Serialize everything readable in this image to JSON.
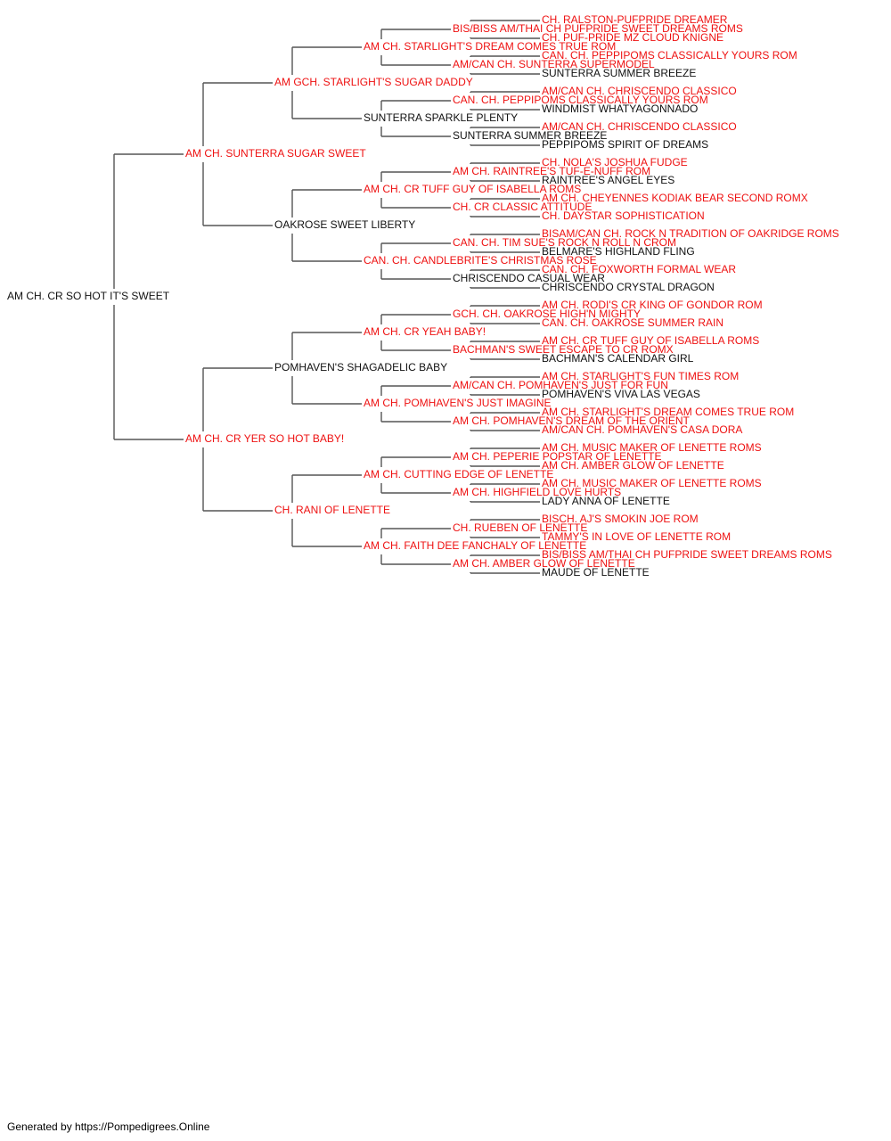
{
  "colors": {
    "champion": "#ee1111",
    "regular": "#111111",
    "connector": "#555555"
  },
  "pedigree": {
    "name": "AM CH. CR SO HOT IT'S SWEET",
    "champion": false,
    "sire": {
      "name": "AM CH. SUNTERRA SUGAR SWEET",
      "champion": true,
      "sire": {
        "name": "AM GCH. STARLIGHT'S SUGAR DADDY",
        "champion": true,
        "sire": {
          "name": "AM CH. STARLIGHT'S DREAM COMES TRUE ROM",
          "champion": true,
          "sire": {
            "name": "BIS/BISS AM/THAI CH PUFPRIDE SWEET DREAMS ROMS",
            "champion": true,
            "sire": {
              "name": "CH. RALSTON-PUFPRIDE DREAMER",
              "champion": true
            },
            "dam": {
              "name": "CH. PUF-PRIDE MZ CLOUD KNIGNE",
              "champion": true
            }
          },
          "dam": {
            "name": "AM/CAN CH. SUNTERRA SUPERMODEL",
            "champion": true,
            "sire": {
              "name": "CAN. CH. PEPPIPOMS CLASSICALLY YOURS ROM",
              "champion": true
            },
            "dam": {
              "name": "SUNTERRA SUMMER BREEZE",
              "champion": false
            }
          }
        },
        "dam": {
          "name": "SUNTERRA SPARKLE PLENTY",
          "champion": false,
          "sire": {
            "name": "CAN. CH. PEPPIPOMS CLASSICALLY YOURS ROM",
            "champion": true,
            "sire": {
              "name": "AM/CAN CH. CHRISCENDO CLASSICO",
              "champion": true
            },
            "dam": {
              "name": "WINDMIST WHATYAGONNADO",
              "champion": false
            }
          },
          "dam": {
            "name": "SUNTERRA SUMMER BREEZE",
            "champion": false,
            "sire": {
              "name": "AM/CAN CH. CHRISCENDO CLASSICO",
              "champion": true
            },
            "dam": {
              "name": "PEPPIPOMS SPIRIT OF DREAMS",
              "champion": false
            }
          }
        }
      },
      "dam": {
        "name": "OAKROSE SWEET LIBERTY",
        "champion": false,
        "sire": {
          "name": "AM CH. CR TUFF GUY OF ISABELLA ROMS",
          "champion": true,
          "sire": {
            "name": "AM CH. RAINTREE'S TUF-E-NUFF ROM",
            "champion": true,
            "sire": {
              "name": "CH. NOLA'S JOSHUA FUDGE",
              "champion": true
            },
            "dam": {
              "name": "RAINTREE'S ANGEL EYES",
              "champion": false
            }
          },
          "dam": {
            "name": "CH. CR CLASSIC ATTITUDE",
            "champion": true,
            "sire": {
              "name": "AM CH. CHEYENNES KODIAK BEAR SECOND ROMX",
              "champion": true
            },
            "dam": {
              "name": "CH. DAYSTAR SOPHISTICATION",
              "champion": true
            }
          }
        },
        "dam": {
          "name": "CAN. CH. CANDLEBRITE'S CHRISTMAS ROSE",
          "champion": true,
          "sire": {
            "name": "CAN. CH. TIM SUE'S ROCK N ROLL N CROM",
            "champion": true,
            "sire": {
              "name": "BISAM/CAN CH. ROCK N TRADITION OF OAKRIDGE ROMS",
              "champion": true
            },
            "dam": {
              "name": "BELMARE'S HIGHLAND FLING",
              "champion": false
            }
          },
          "dam": {
            "name": "CHRISCENDO CASUAL WEAR",
            "champion": false,
            "sire": {
              "name": "CAN. CH. FOXWORTH FORMAL WEAR",
              "champion": true
            },
            "dam": {
              "name": "CHRISCENDO CRYSTAL DRAGON",
              "champion": false
            }
          }
        }
      }
    },
    "dam": {
      "name": "AM CH. CR YER SO HOT BABY!",
      "champion": true,
      "sire": {
        "name": "POMHAVEN'S SHAGADELIC BABY",
        "champion": false,
        "sire": {
          "name": "AM CH. CR YEAH BABY!",
          "champion": true,
          "sire": {
            "name": "GCH. CH. OAKROSE HIGH'N MIGHTY",
            "champion": true,
            "sire": {
              "name": "AM CH. RODI'S CR KING OF GONDOR ROM",
              "champion": true
            },
            "dam": {
              "name": "CAN. CH. OAKROSE SUMMER RAIN",
              "champion": true
            }
          },
          "dam": {
            "name": "BACHMAN'S SWEET ESCAPE TO CR ROMX",
            "champion": true,
            "sire": {
              "name": "AM CH. CR TUFF GUY OF ISABELLA ROMS",
              "champion": true
            },
            "dam": {
              "name": "BACHMAN'S CALENDAR GIRL",
              "champion": false
            }
          }
        },
        "dam": {
          "name": "AM CH. POMHAVEN'S JUST IMAGINE",
          "champion": true,
          "sire": {
            "name": "AM/CAN CH. POMHAVEN'S JUST FOR FUN",
            "champion": true,
            "sire": {
              "name": "AM CH. STARLIGHT'S FUN TIMES ROM",
              "champion": true
            },
            "dam": {
              "name": "POMHAVEN'S VIVA LAS VEGAS",
              "champion": false
            }
          },
          "dam": {
            "name": "AM CH. POMHAVEN'S DREAM OF THE ORIENT",
            "champion": true,
            "sire": {
              "name": "AM CH. STARLIGHT'S DREAM COMES TRUE ROM",
              "champion": true
            },
            "dam": {
              "name": "AM/CAN CH. POMHAVEN'S CASA DORA",
              "champion": true
            }
          }
        }
      },
      "dam": {
        "name": "CH. RANI OF LENETTE",
        "champion": true,
        "sire": {
          "name": "AM CH. CUTTING EDGE OF LENETTE",
          "champion": true,
          "sire": {
            "name": "AM CH. PEPERIE POPSTAR OF LENETTE",
            "champion": true,
            "sire": {
              "name": "AM CH. MUSIC MAKER OF LENETTE ROMS",
              "champion": true
            },
            "dam": {
              "name": "AM CH. AMBER GLOW OF LENETTE",
              "champion": true
            }
          },
          "dam": {
            "name": "AM CH. HIGHFIELD LOVE HURTS",
            "champion": true,
            "sire": {
              "name": "AM CH. MUSIC MAKER OF LENETTE ROMS",
              "champion": true
            },
            "dam": {
              "name": "LADY ANNA OF LENETTE",
              "champion": false
            }
          }
        },
        "dam": {
          "name": "AM CH. FAITH DEE FANCHALY OF LENETTE",
          "champion": true,
          "sire": {
            "name": "CH. RUEBEN OF LENETTE",
            "champion": true,
            "sire": {
              "name": "BISCH. AJ'S SMOKIN JOE ROM",
              "champion": true
            },
            "dam": {
              "name": "TAMMY'S IN LOVE OF LENETTE ROM",
              "champion": true
            }
          },
          "dam": {
            "name": "AM CH. AMBER GLOW OF LENETTE",
            "champion": true,
            "sire": {
              "name": "BIS/BISS AM/THAI CH PUFPRIDE SWEET DREAMS ROMS",
              "champion": true
            },
            "dam": {
              "name": "MAUDE OF LENETTE",
              "champion": false
            }
          }
        }
      }
    }
  },
  "footer": "Generated by https://Pompedigrees.Online"
}
